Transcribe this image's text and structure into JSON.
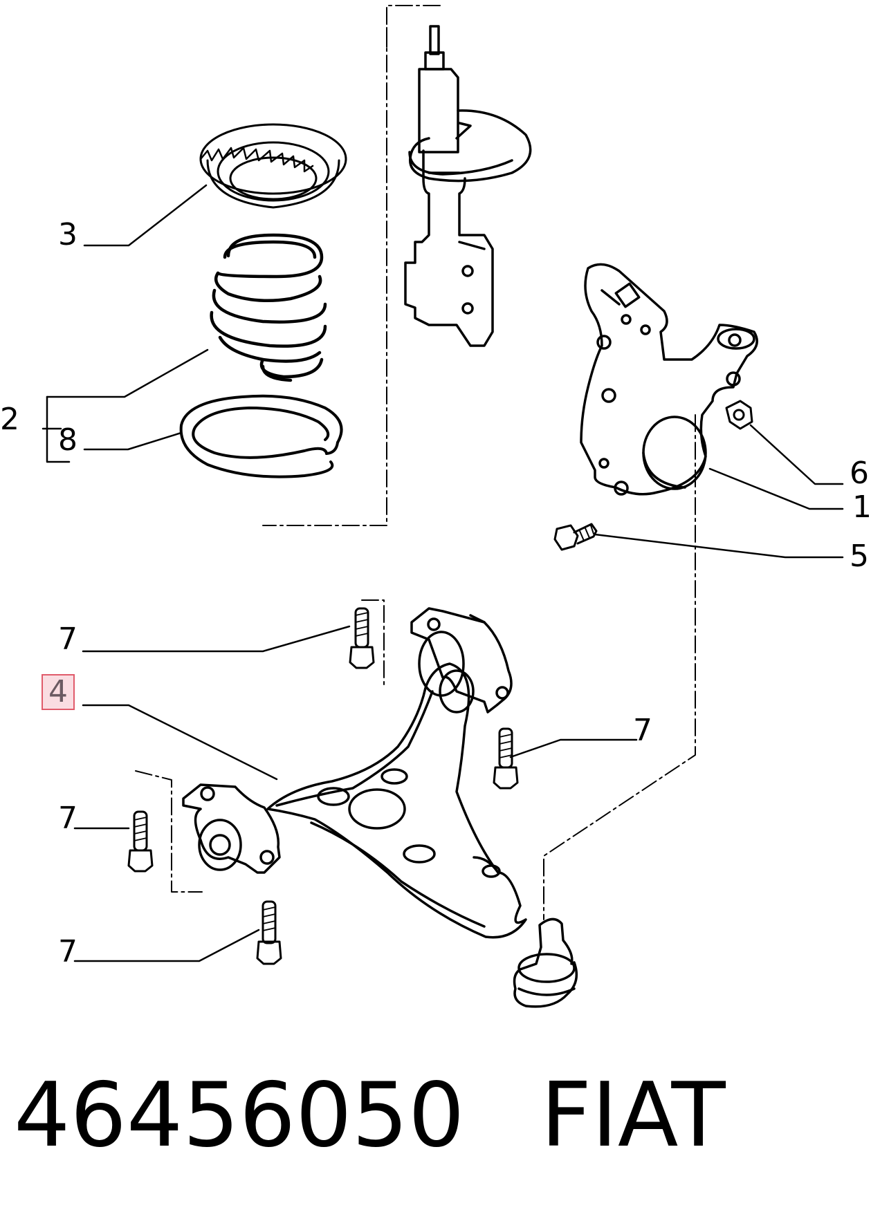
{
  "callouts": [
    {
      "id": "c3",
      "text": "3"
    },
    {
      "id": "c2",
      "text": "2"
    },
    {
      "id": "c8",
      "text": "8"
    },
    {
      "id": "c6",
      "text": "6"
    },
    {
      "id": "c1",
      "text": "1"
    },
    {
      "id": "c5",
      "text": "5"
    },
    {
      "id": "c7a",
      "text": "7"
    },
    {
      "id": "c4",
      "text": "4"
    },
    {
      "id": "c7b",
      "text": "7"
    },
    {
      "id": "c7c",
      "text": "7"
    },
    {
      "id": "c7d",
      "text": "7"
    }
  ],
  "highlighted_part": "4",
  "footer": {
    "part_number": "46456050",
    "brand": "FIAT"
  },
  "colors": {
    "line": "#000000",
    "highlight_fill": "#fadde2",
    "highlight_border": "#e05a6a"
  }
}
